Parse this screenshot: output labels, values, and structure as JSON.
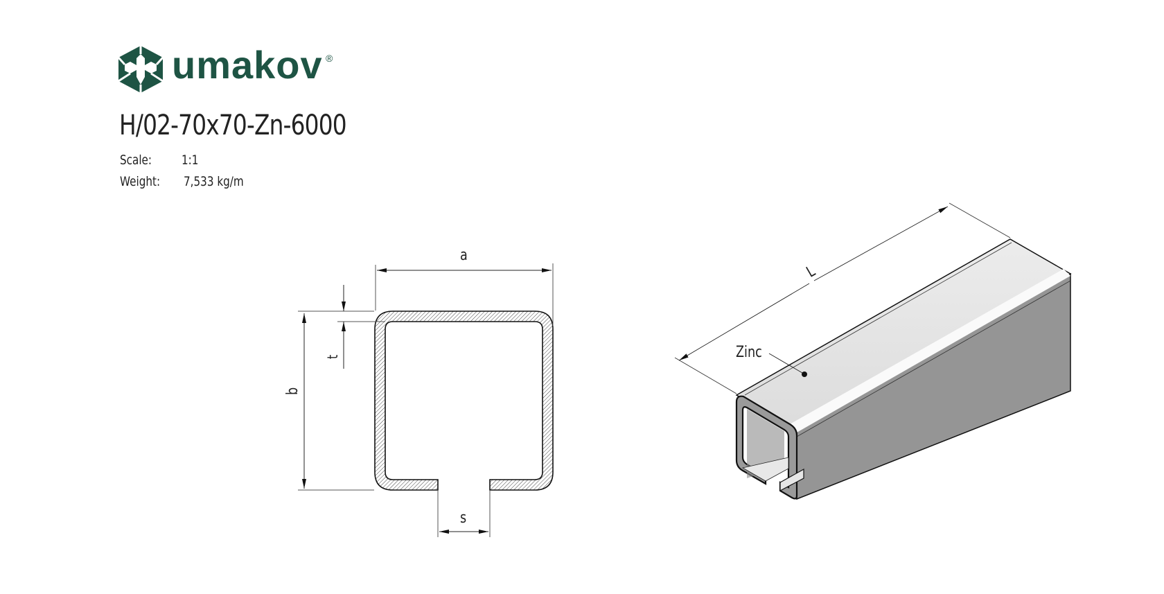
{
  "brand": {
    "name": "umakov",
    "registered_mark": "®",
    "color": "#1e5444"
  },
  "document": {
    "title": "H/02-70x70-Zn-6000",
    "scale_label": "Scale:",
    "scale_value": "1:1",
    "weight_label": "Weight:",
    "weight_value": "7,533 kg/m"
  },
  "cross_section": {
    "dim_a": "a",
    "dim_b": "b",
    "dim_t": "t",
    "dim_s": "s"
  },
  "isometric_view": {
    "dim_length": "L",
    "finish_callout": "Zinc"
  }
}
